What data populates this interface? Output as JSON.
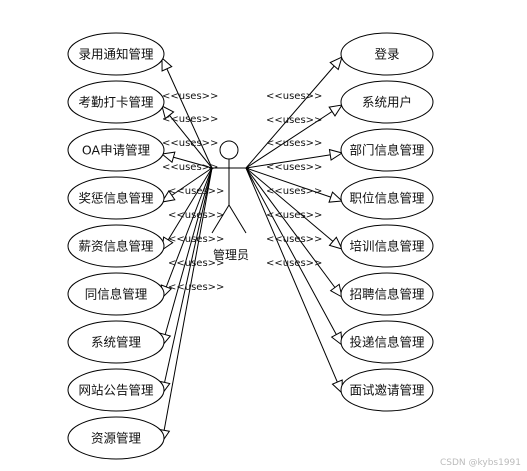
{
  "actor": {
    "label": "管理员",
    "icon": "stick-figure-actor-icon"
  },
  "relationship_label": "<<uses>>",
  "left_use_cases": [
    "录用通知管理",
    "考勤打卡管理",
    "OA申请管理",
    "奖惩信息管理",
    "薪资信息管理",
    "同信息管理",
    "系统管理",
    "网站公告管理",
    "资源管理"
  ],
  "right_use_cases": [
    "登录",
    "系统用户",
    "部门信息管理",
    "职位信息管理",
    "培训信息管理",
    "招聘信息管理",
    "投递信息管理",
    "面试邀请管理"
  ],
  "watermark": "CSDN @kybs1991",
  "colors": {
    "stroke": "#000000",
    "background": "#ffffff",
    "watermark": "#bbbbbb"
  }
}
